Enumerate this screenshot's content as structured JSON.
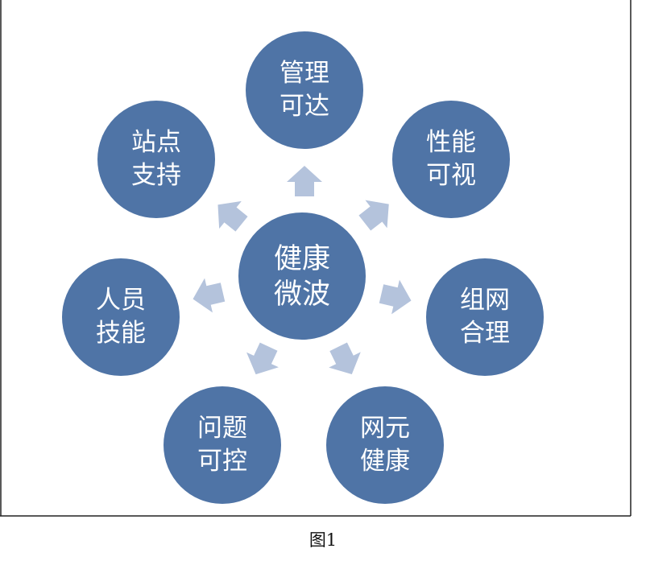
{
  "diagram": {
    "center": {
      "line1": "健康",
      "line2": "微波"
    },
    "nodes": [
      {
        "line1": "管理",
        "line2": "可达"
      },
      {
        "line1": "性能",
        "line2": "可视"
      },
      {
        "line1": "组网",
        "line2": "合理"
      },
      {
        "line1": "网元",
        "line2": "健康"
      },
      {
        "line1": "问题",
        "line2": "可控"
      },
      {
        "line1": "人员",
        "line2": "技能"
      },
      {
        "line1": "站点",
        "line2": "支持"
      }
    ]
  },
  "caption": "图1",
  "colors": {
    "circle": "#4f74a6",
    "arrow": "#b4c3dc",
    "text": "#ffffff"
  }
}
